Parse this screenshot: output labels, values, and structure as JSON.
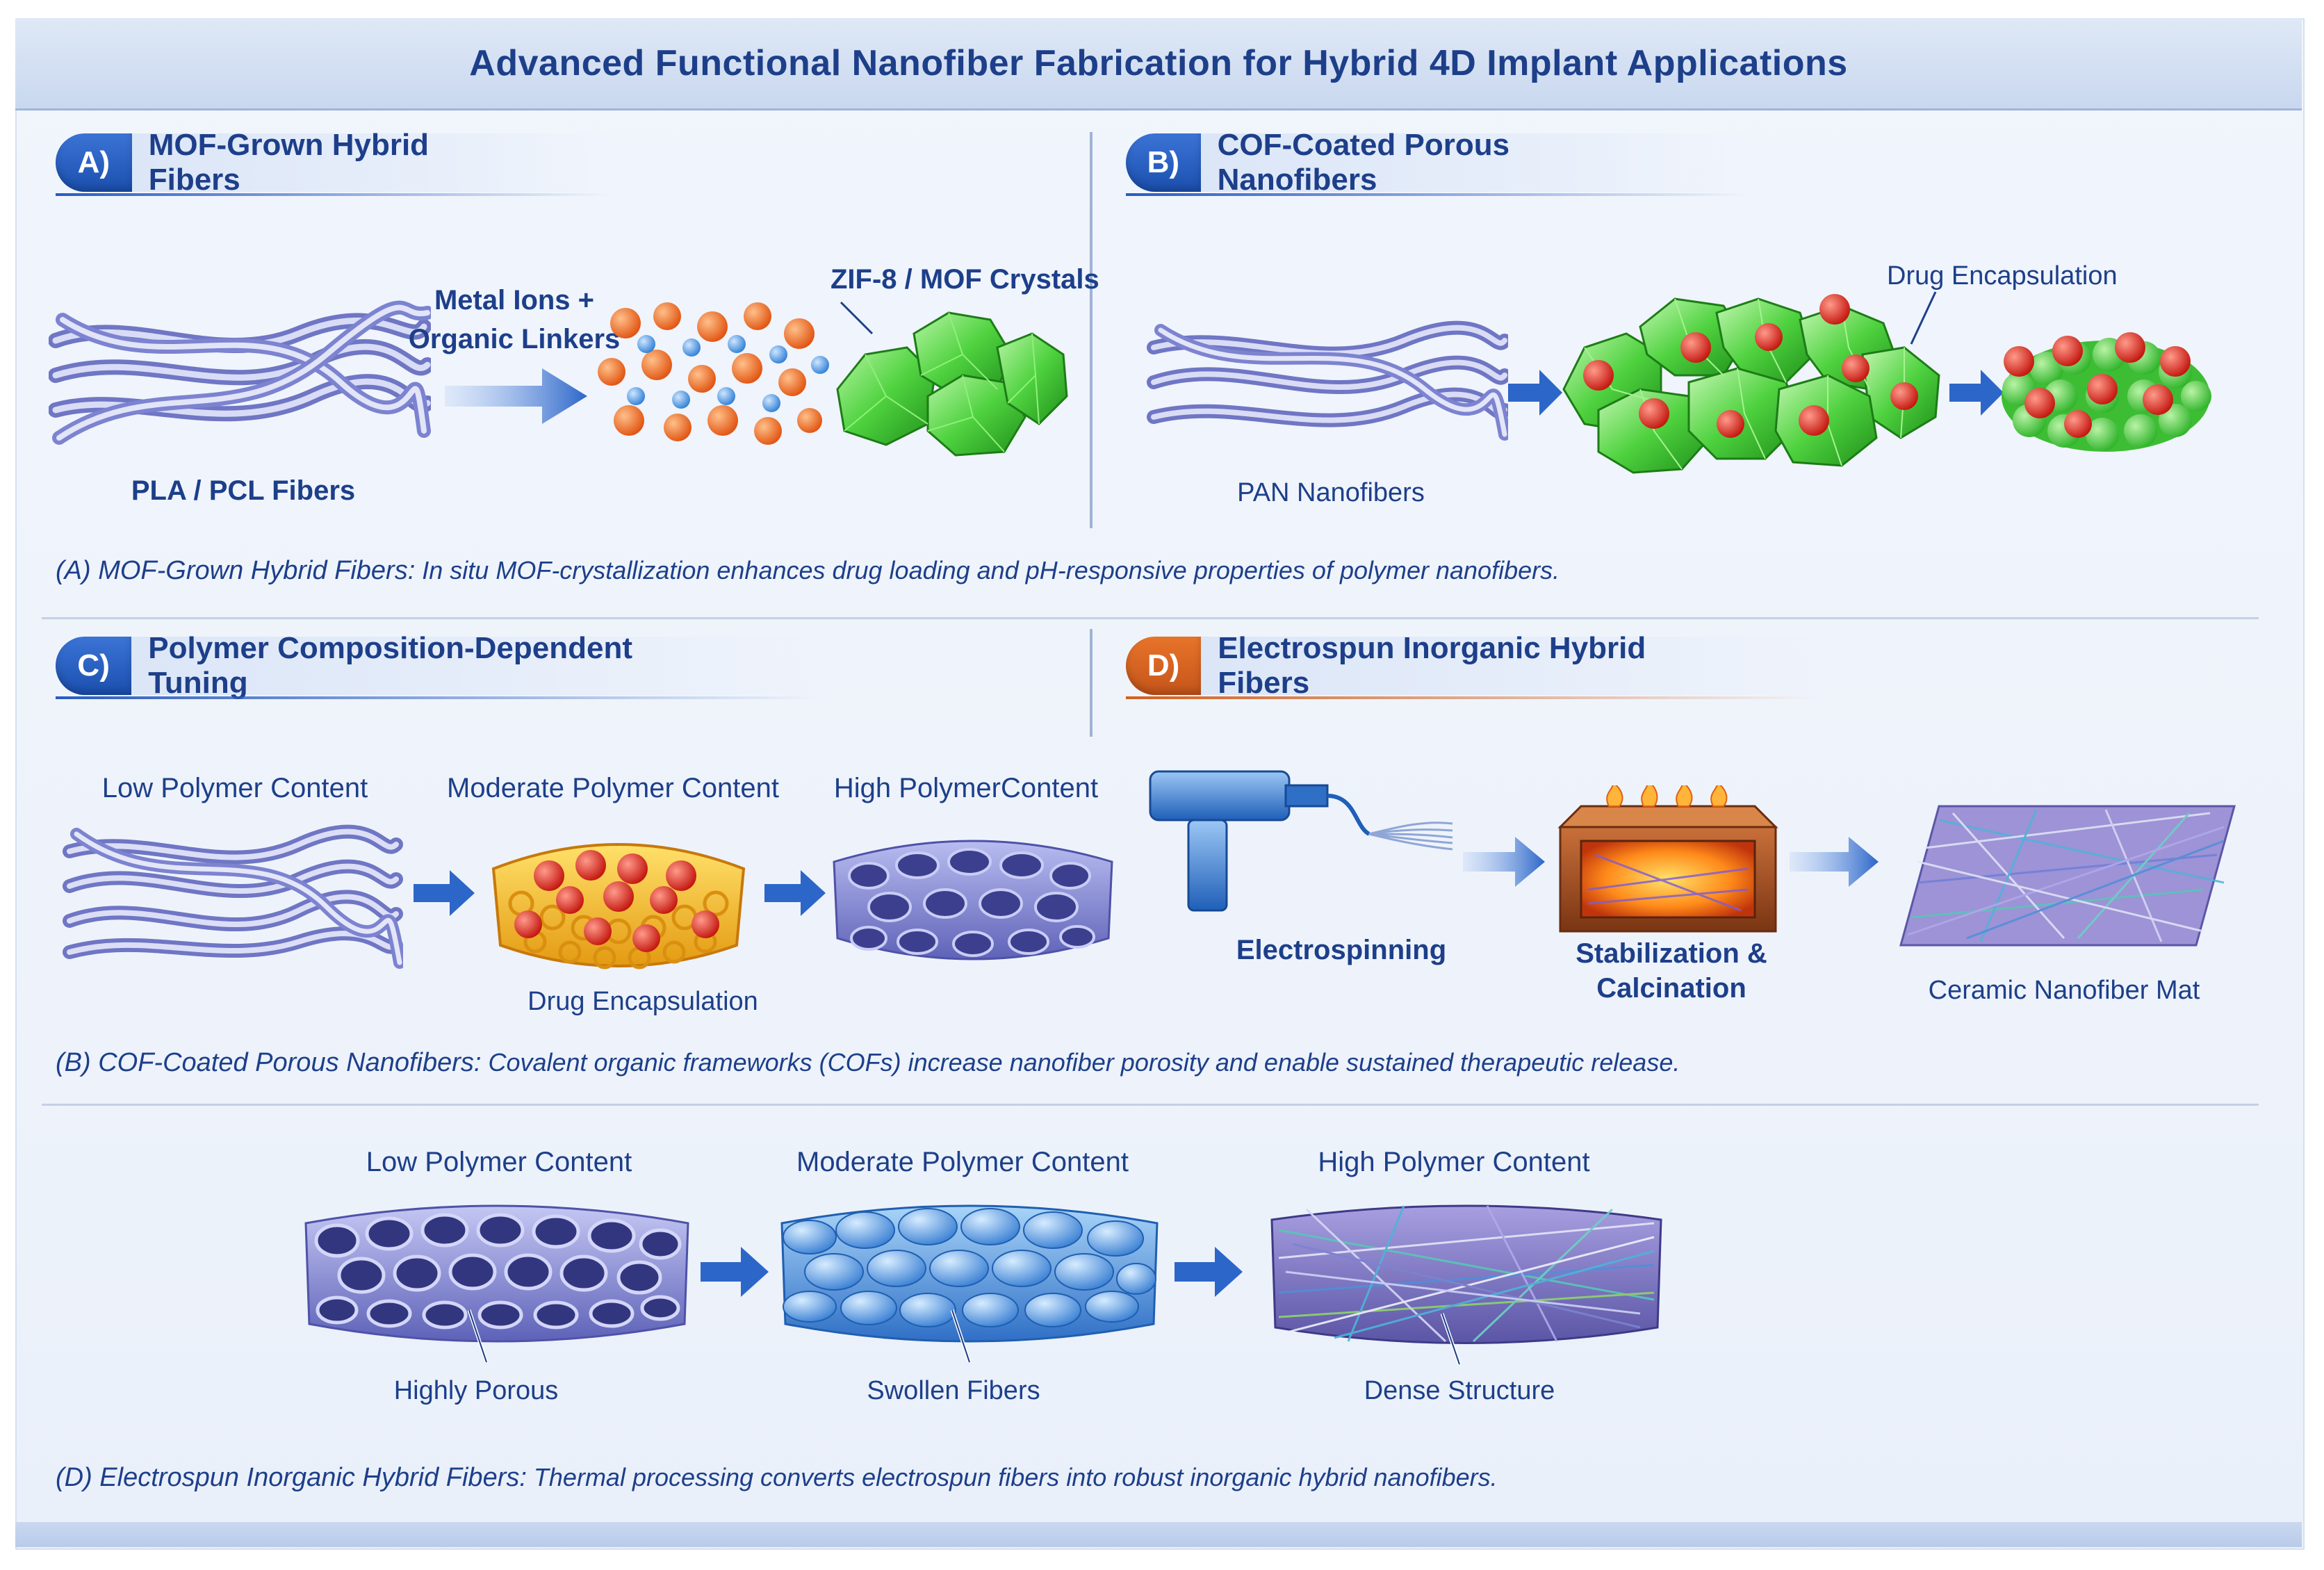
{
  "title": "Advanced Functional Nanofiber Fabrication for Hybrid 4D Implant Applications",
  "colors": {
    "accent_blue": "#1b4fae",
    "accent_orange": "#c4541a",
    "text_navy": "#1d3f8a",
    "mof_green": "#3fc23a",
    "drug_red": "#d8261d",
    "fiber_lavender": "#8d92d8"
  },
  "sections": {
    "a": {
      "badge": "A)",
      "title": "MOF-Grown Hybrid Fibers",
      "fiber_label": "PLA / PCL Fibers",
      "reagent_label_1": "Metal Ions +",
      "reagent_label_2": "Organic Linkers",
      "crystal_label": "ZIF-8 / MOF Crystals",
      "caption_lead": "(A) MOF-Grown Hybrid Fibers:",
      "caption_body": " In situ MOF-crystallization enhances drug loading and pH-responsive properties of polymer nanofibers."
    },
    "b": {
      "badge": "B)",
      "title": "COF-Coated Porous Nanofibers",
      "fiber_label": "PAN Nanofibers",
      "drug_label": "Drug Encapsulation"
    },
    "c": {
      "badge": "C)",
      "title": "Polymer Composition-Dependent Tuning",
      "low": "Low Polymer Content",
      "moderate": "Moderate Polymer Content",
      "high": "High PolymerContent",
      "drug_label": "Drug Encapsulation",
      "caption_lead": "(B) COF-Coated Porous Nanofibers:",
      "caption_body": " Covalent organic frameworks (COFs) increase nanofiber porosity and enable sustained therapeutic release."
    },
    "d": {
      "badge": "D)",
      "title": "Electrospun Inorganic Hybrid Fibers",
      "step1": "Electrospinning",
      "step2_line1": "Stabilization &",
      "step2_line2": "Calcination",
      "step3": "Ceramic Nanofiber Mat"
    },
    "e": {
      "low": "Low Polymer Content",
      "moderate": "Moderate Polymer Content",
      "high": "High Polymer Content",
      "low_note": "Highly Porous",
      "moderate_note": "Swollen Fibers",
      "high_note": "Dense Structure",
      "caption_lead": "(D) Electrospun Inorganic Hybrid Fibers:",
      "caption_body": " Thermal processing converts electrospun fibers into robust inorganic hybrid nanofibers."
    }
  }
}
